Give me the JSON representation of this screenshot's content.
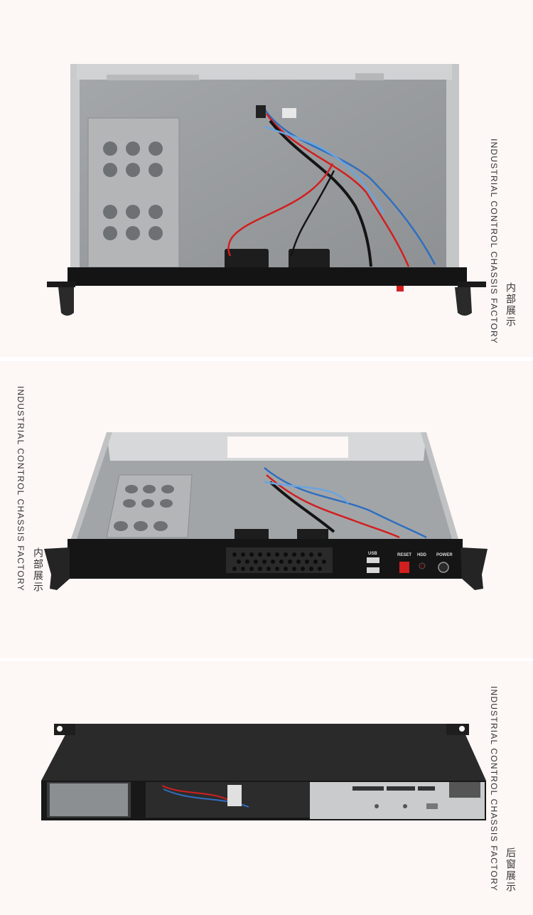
{
  "panels": [
    {
      "brand": "INDUSTRIAL CONTROL CHASSIS FACTORY",
      "caption": "内部展示"
    },
    {
      "brand": "INDUSTRIAL CONTROL CHASSIS FACTORY",
      "caption": "内部展示",
      "front_labels": {
        "usb": "USB",
        "reset": "RESET",
        "hdd": "HDD",
        "power": "POWER"
      }
    },
    {
      "brand": "INDUSTRIAL CONTROL CHASSIS FACTORY",
      "caption": "后窗展示"
    }
  ],
  "colors": {
    "steel": "#a9acaf",
    "black": "#141414",
    "red": "#d21f1f",
    "blue": "#2f6fbf"
  }
}
